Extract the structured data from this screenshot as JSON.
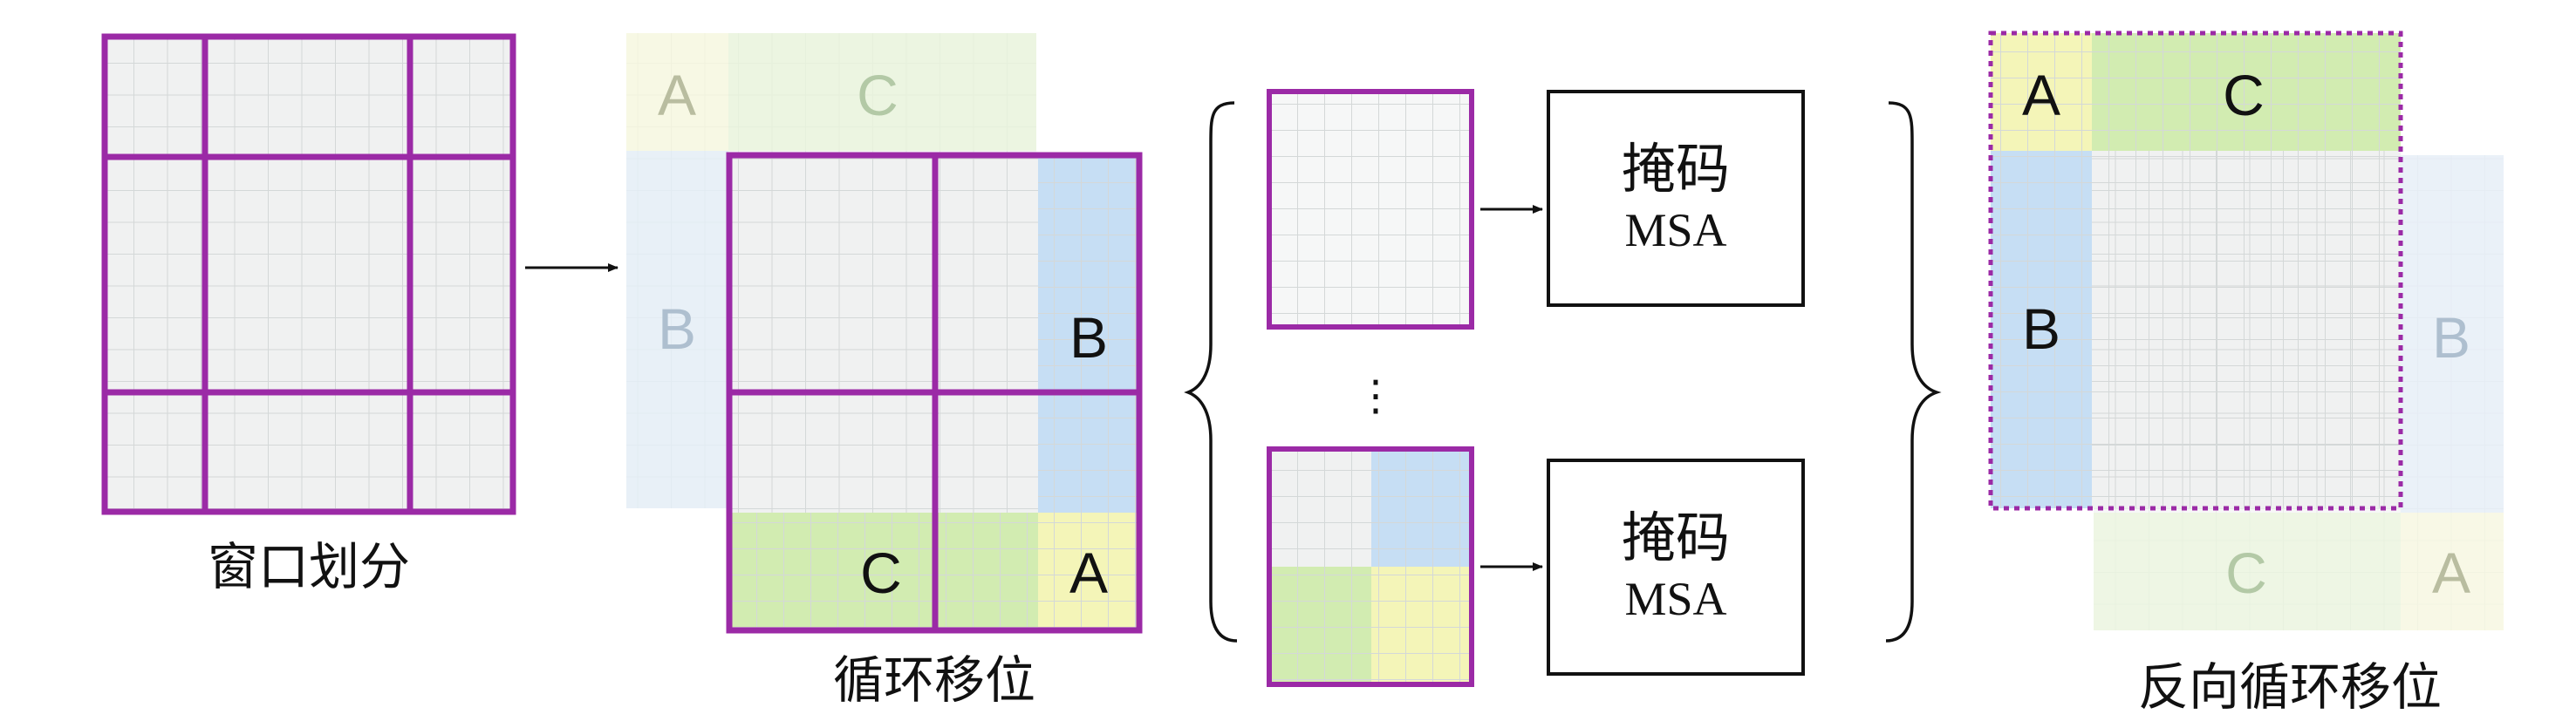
{
  "labels": {
    "window_partition": "窗口划分",
    "cyclic_shift": "循环移位",
    "reverse_cyclic_shift": "反向循环移位",
    "ellipsis": "⋮"
  },
  "mask_boxes": [
    {
      "title": "掩码",
      "subtitle": "MSA"
    },
    {
      "title": "掩码",
      "subtitle": "MSA"
    }
  ],
  "region_letters": {
    "a": "A",
    "b": "B",
    "c": "C"
  },
  "colors": {
    "grid_bg": "#f0f1f1",
    "grid_line": "#d4d8d8",
    "window_border": "#9b2aa6",
    "region_a": "#f4f5b8",
    "region_b": "#c6def4",
    "region_c": "#d2ecb1",
    "region_b_faded": "#e8f1fb",
    "region_c_faded": "#ecf6e0",
    "region_a_faded": "#f7f8df",
    "arrow": "#111111"
  }
}
